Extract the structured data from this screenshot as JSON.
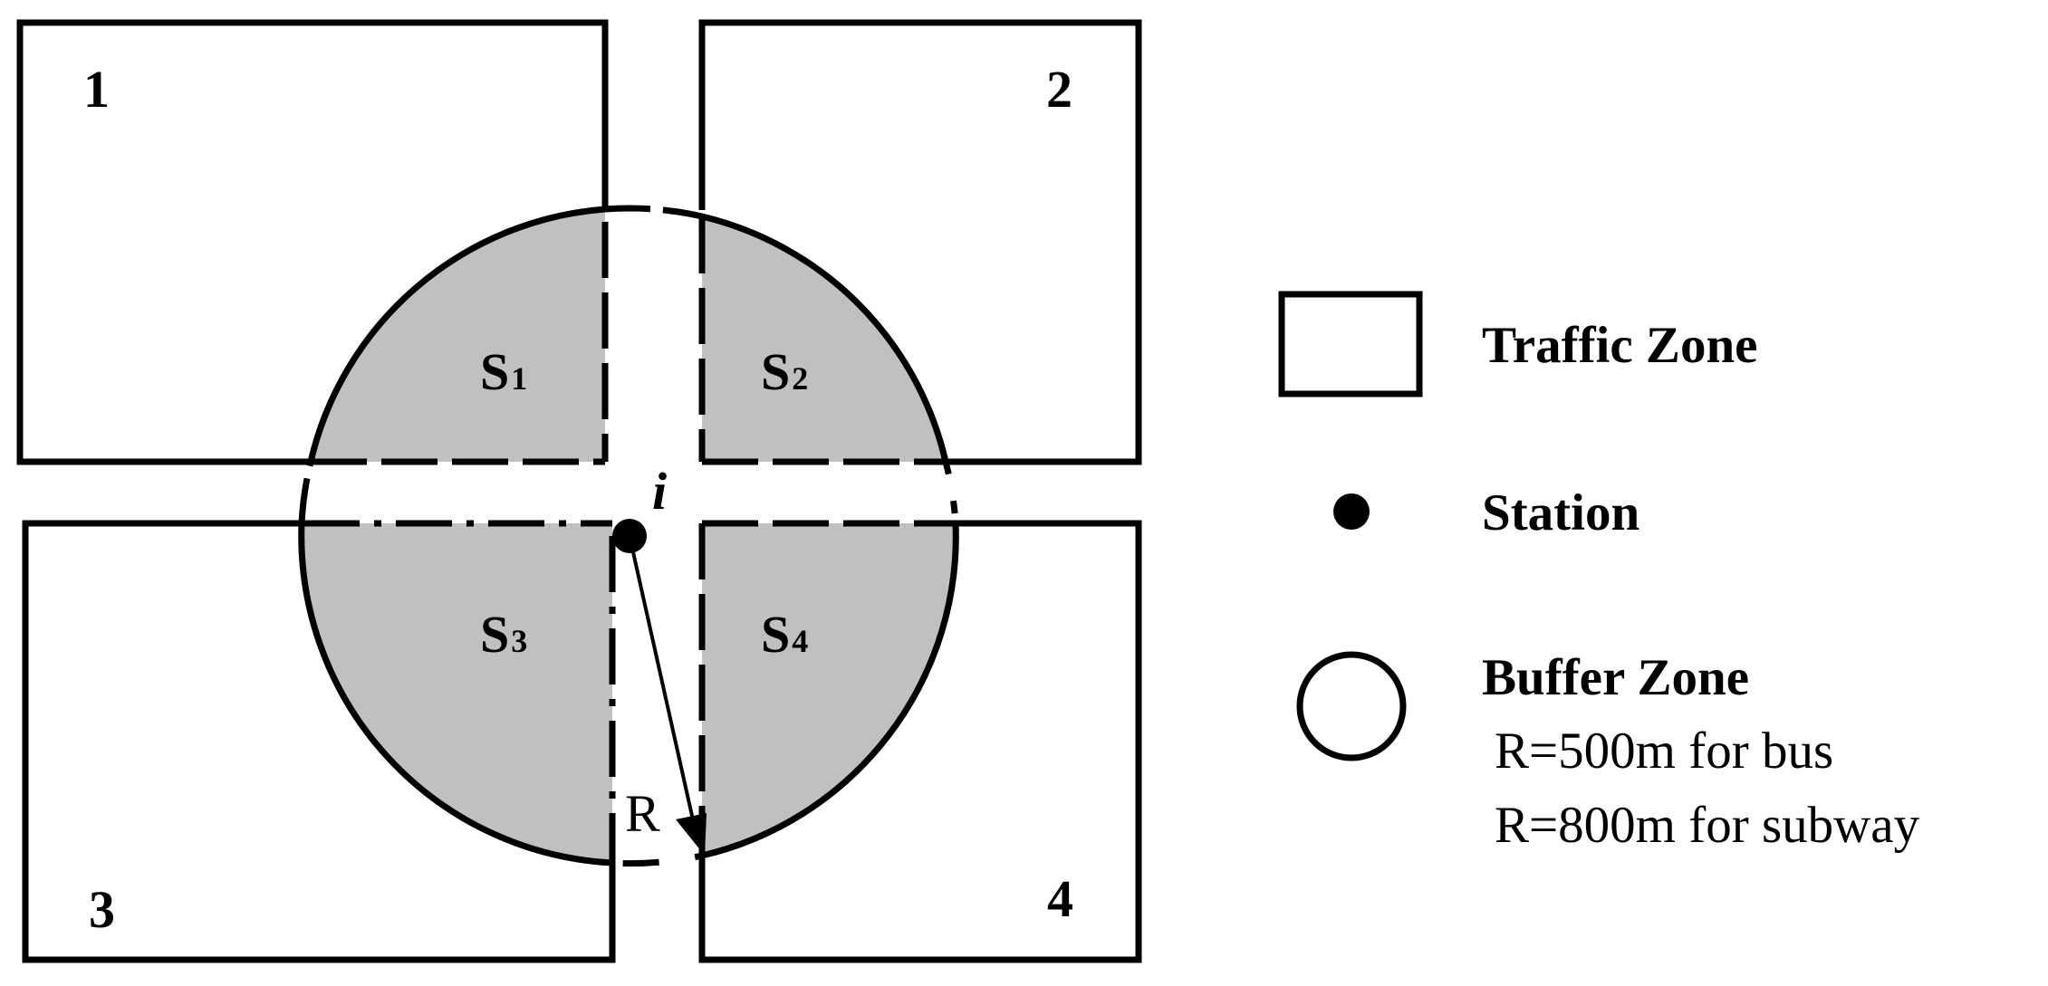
{
  "zones": [
    {
      "id": "zone-1",
      "label": "1",
      "area": "S",
      "area_sub": "1"
    },
    {
      "id": "zone-2",
      "label": "2",
      "area": "S",
      "area_sub": "2"
    },
    {
      "id": "zone-3",
      "label": "3",
      "area": "S",
      "area_sub": "3"
    },
    {
      "id": "zone-4",
      "label": "4",
      "area": "S",
      "area_sub": "4"
    }
  ],
  "station_label": "i",
  "radius_label": "R",
  "legend": {
    "traffic_zone": "Traffic Zone",
    "station": "Station",
    "buffer_zone": "Buffer Zone",
    "buffer_bus": "R=500m for bus",
    "buffer_subway": "R=800m for subway"
  },
  "colors": {
    "overlap_fill": "#c0c0c0",
    "stroke": "#000000",
    "background": "#ffffff"
  }
}
